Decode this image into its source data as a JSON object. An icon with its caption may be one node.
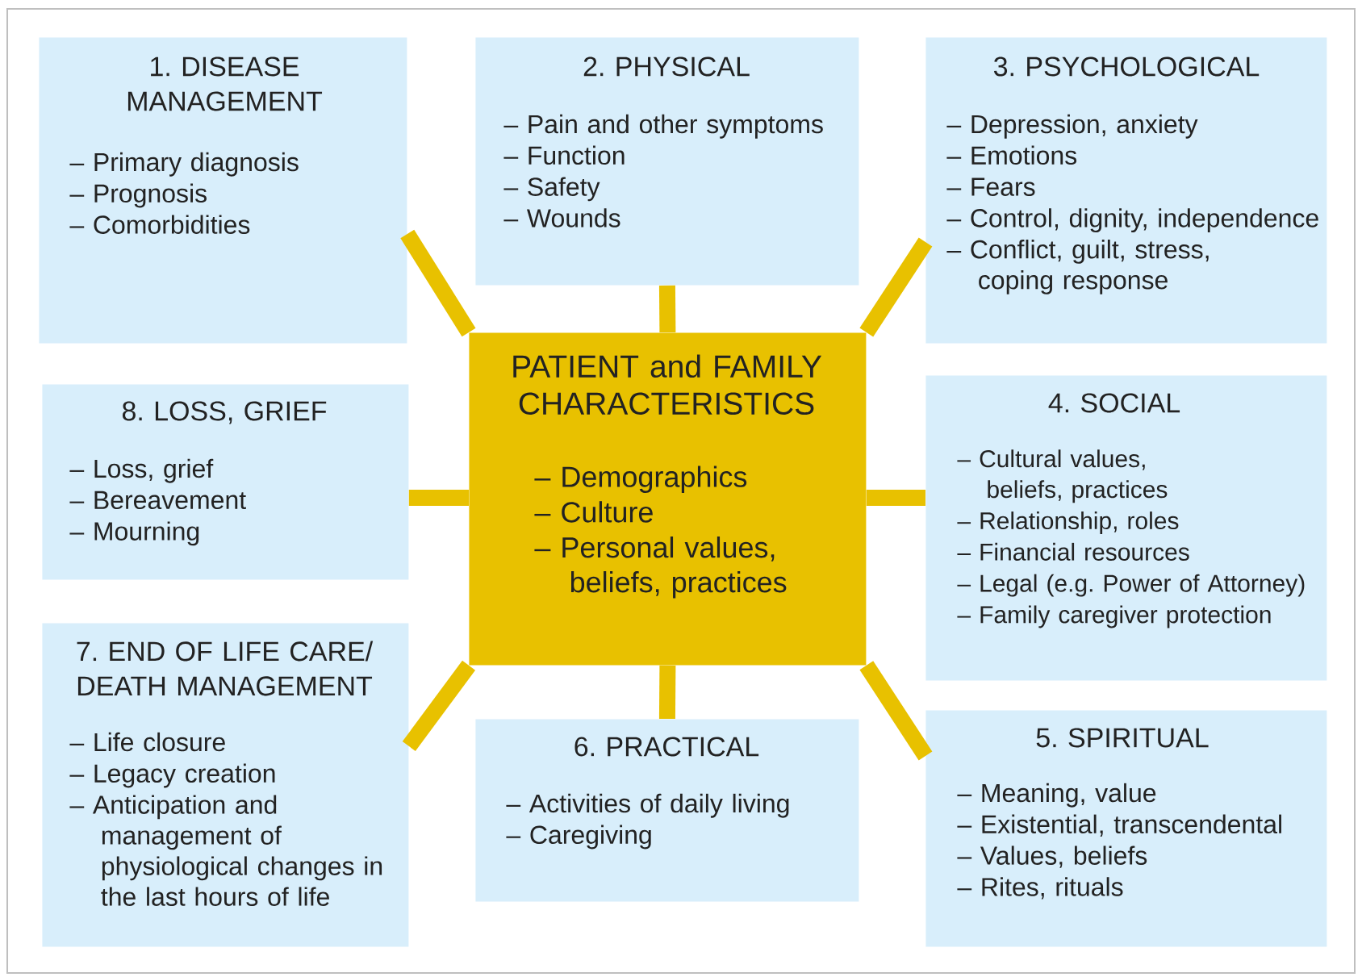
{
  "diagram": {
    "nodes": [
      {
        "text": [
          "1. DISEASE MANAGEMENT",
          "– Primary diagnosis",
          "– Prognosis",
          "– Comorbidities"
        ]
      },
      {
        "text": [
          "2. PHYSICAL",
          "– Pain and other symptoms",
          "– Function",
          "– Safety",
          "– Wounds"
        ]
      },
      {
        "text": [
          "3. PSYCHOLOGICAL",
          "– Depression, anxiety",
          "– Emotions",
          "– Fears",
          "– Control, dignity, independence",
          "– Conflict, guilt, stress, coping response"
        ]
      },
      {
        "text": [
          "4. SOCIAL",
          "– Cultural values, beliefs, practices",
          "– Relationship, roles",
          "– Financial resources",
          "– Legal (e.g. Power of Attorney)",
          "– Family caregiver protection"
        ]
      },
      {
        "text": [
          "5. SPIRITUAL",
          "– Meaning, value",
          "– Existential, transcendental",
          "– Values, beliefs",
          "– Rites, rituals"
        ]
      },
      {
        "text": [
          "6. PRACTICAL",
          "– Activities of daily living",
          "– Caregiving"
        ]
      },
      {
        "text": [
          "7. END OF LIFE CARE/ DEATH MANAGEMENT",
          "– Life closure",
          "– Legacy creation",
          "– Anticipation and management of physiological changes in the last hours of life"
        ]
      },
      {
        "text": [
          "8. LOSS, GRIEF",
          "– Loss, grief",
          "– Bereavement",
          "– Mourning"
        ]
      },
      {
        "text": [
          "PATIENT and FAMILY CHARACTERISTICS",
          "– Demographics",
          "– Culture",
          "– Personal values, beliefs, practices"
        ]
      }
    ],
    "edges": [
      {
        "from": 8,
        "to": 0,
        "arrow": "none"
      },
      {
        "from": 8,
        "to": 1,
        "arrow": "none"
      },
      {
        "from": 8,
        "to": 2,
        "arrow": "none"
      },
      {
        "from": 8,
        "to": 7,
        "arrow": "none"
      },
      {
        "from": 8,
        "to": 3,
        "arrow": "none"
      },
      {
        "from": 8,
        "to": 6,
        "arrow": "none"
      },
      {
        "from": 8,
        "to": 5,
        "arrow": "none"
      },
      {
        "from": 8,
        "to": 4,
        "arrow": "none"
      }
    ]
  }
}
